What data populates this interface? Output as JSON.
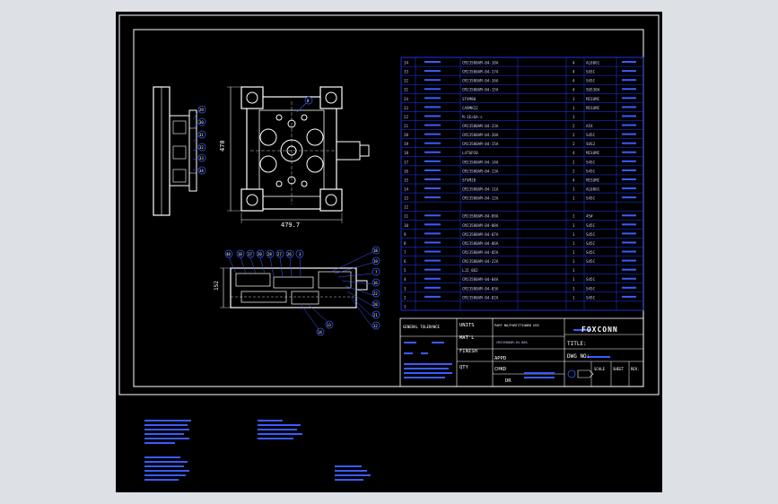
{
  "bom_rows": [
    {
      "no": "34",
      "part": "CMJ3580AM-04-10A",
      "qty": "4",
      "mat": "AL6061"
    },
    {
      "no": "33",
      "part": "CMJ3580AM-04-17A",
      "qty": "4",
      "mat": "S45C"
    },
    {
      "no": "32",
      "part": "CMJ3580AM-04-16A",
      "qty": "4",
      "mat": "S45C"
    },
    {
      "no": "31",
      "part": "CMJ3580AM-04-15A",
      "qty": "4",
      "mat": "SUS304"
    },
    {
      "no": "24",
      "part": "STVM80",
      "qty": "1",
      "mat": "MISUMI"
    },
    {
      "no": "23",
      "part": "CA9MK22",
      "qty": "1",
      "mat": "MISUMI"
    },
    {
      "no": "22",
      "part": "M-3E×6A-s",
      "qty": "1",
      "mat": ""
    },
    {
      "no": "21",
      "part": "CMJ3580AM-04-23A",
      "qty": "2",
      "mat": "A5X"
    },
    {
      "no": "20",
      "part": "CMJ3580AM-04-20A",
      "qty": "2",
      "mat": "S45C"
    },
    {
      "no": "19",
      "part": "CMJ3580AM-04-15A",
      "qty": "2",
      "mat": "SUS2"
    },
    {
      "no": "18",
      "part": "L4T6P20",
      "qty": "4",
      "mat": "MISUMI"
    },
    {
      "no": "17",
      "part": "CMJ3580AM-04-14A",
      "qty": "2",
      "mat": "S45C"
    },
    {
      "no": "16",
      "part": "CMJ3580AM-04-13A",
      "qty": "2",
      "mat": "S45C"
    },
    {
      "no": "15",
      "part": "STVM20",
      "qty": "4",
      "mat": "MISUMI"
    },
    {
      "no": "14",
      "part": "CMJ3580AM-04-11A",
      "qty": "1",
      "mat": "AL6061"
    },
    {
      "no": "13",
      "part": "CMJ3580AM-04-12A",
      "qty": "1",
      "mat": "S45C"
    },
    {
      "no": "12",
      "part": "",
      "qty": "",
      "mat": ""
    },
    {
      "no": "11",
      "part": "CMJ3580AM-04-09A",
      "qty": "1",
      "mat": "45#"
    },
    {
      "no": "10",
      "part": "CMJ3580AM-04-08A",
      "qty": "1",
      "mat": "S45C"
    },
    {
      "no": "9",
      "part": "CMJ3580AM-04-07A",
      "qty": "1",
      "mat": "S45C"
    },
    {
      "no": "8",
      "part": "CMJ3580AM-04-06A",
      "qty": "1",
      "mat": "S45C"
    },
    {
      "no": "7",
      "part": "CMJ3580AM-04-05A",
      "qty": "1",
      "mat": "S45C"
    },
    {
      "no": "6",
      "part": "CMJ3580AM-04-22A",
      "qty": "1",
      "mat": "S45C"
    },
    {
      "no": "5",
      "part": "LJZ_062",
      "qty": "1",
      "mat": ""
    },
    {
      "no": "4",
      "part": "CMJ3580AM-04-04A",
      "qty": "1",
      "mat": "S45C"
    },
    {
      "no": "3",
      "part": "CMJ3580AM-04-03A",
      "qty": "1",
      "mat": "S45C"
    },
    {
      "no": "2",
      "part": "CMJ3580AM-04-02A",
      "qty": "1",
      "mat": "S45C"
    },
    {
      "no": "1",
      "part": "",
      "qty": "",
      "mat": ""
    }
  ],
  "title_block": {
    "tolerance": "GENERAL TOLERANCE",
    "units": "UNITS",
    "matl": "MAT'L",
    "finish": "FINISH",
    "qty": "QTY",
    "appd": "APPD",
    "chkd": "CHKD",
    "dr": "DR",
    "title": "TITLE:",
    "dwg_no": "DWG NO:",
    "scale": "SCALE",
    "sheet": "SHEET",
    "rev": "REV.",
    "logo": "FOXCONN",
    "part_no": "CMJ3580AM-04-00A",
    "part_no_label": "PART NO/PARTITIONED USE"
  },
  "dimensions": {
    "height": "470",
    "width": "479.7",
    "side_height": "152"
  },
  "balloons": {
    "top_view": [
      "8"
    ],
    "side_view": [
      "29",
      "30",
      "31",
      "32",
      "33",
      "34"
    ],
    "front_left": [
      "48",
      "18",
      "17",
      "20",
      "28",
      "27",
      "26",
      "3"
    ],
    "front_right": [
      "18",
      "19",
      "7",
      "16",
      "22",
      "20",
      "21",
      "12"
    ],
    "front_bottom": [
      "13",
      "14"
    ]
  },
  "colors": {
    "background": "#000000",
    "line": "#ffffff",
    "table": "#1e3cff",
    "text": "#c8c8ff"
  }
}
